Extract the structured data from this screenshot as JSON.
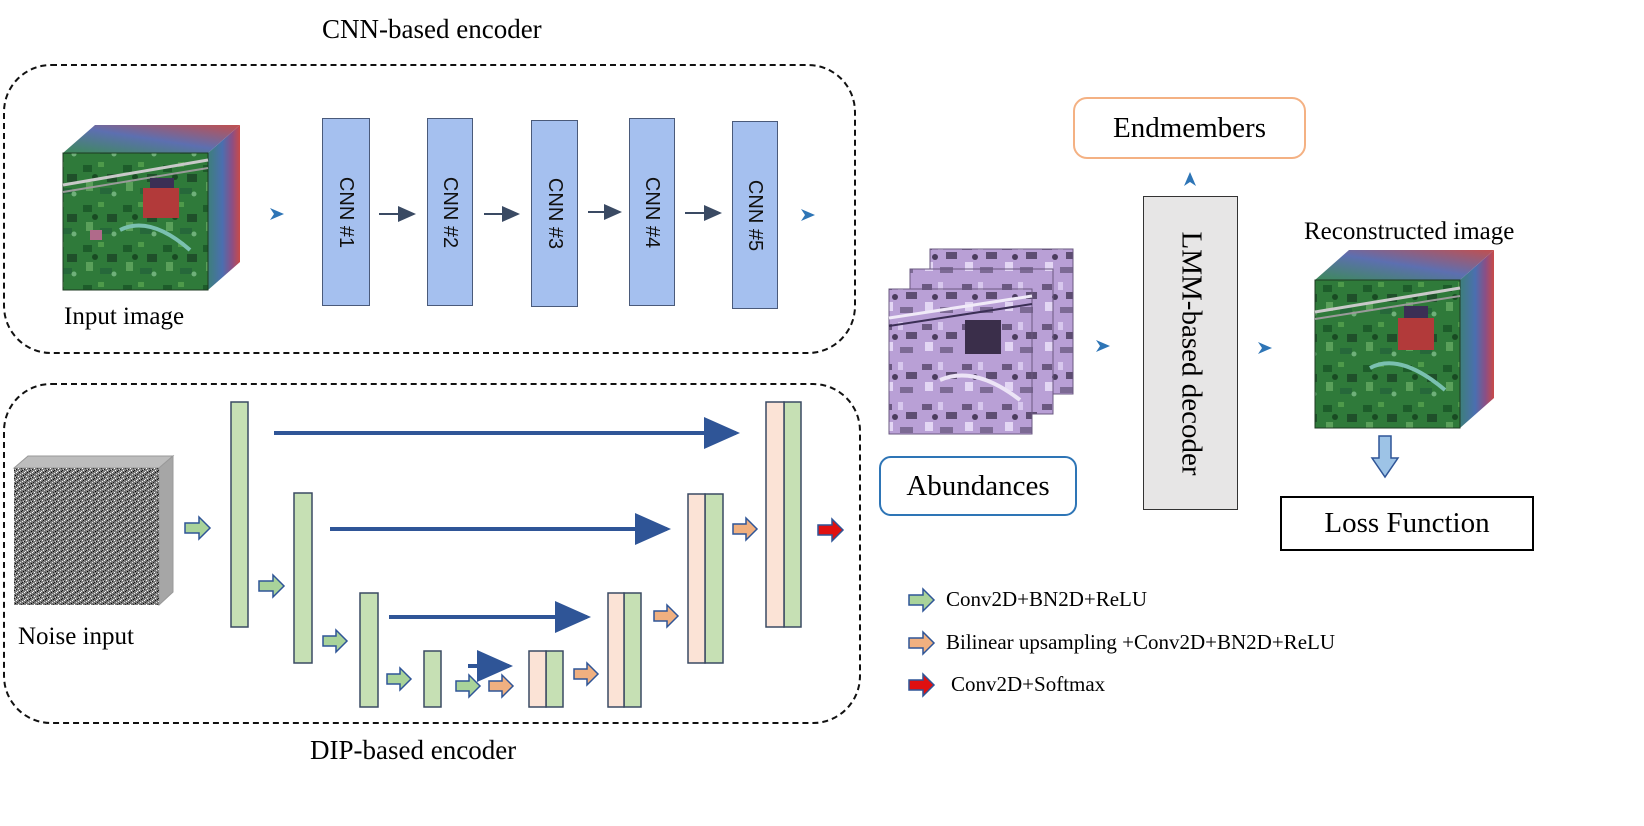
{
  "cnn_encoder": {
    "title": "CNN-based encoder",
    "input_label": "Input image",
    "blocks": [
      "CNN #1",
      "CNN #2",
      "CNN #3",
      "CNN #4",
      "CNN #5"
    ]
  },
  "dip_encoder": {
    "title": "DIP-based encoder",
    "noise_label": "Noise input"
  },
  "abundances": {
    "label": "Abundances"
  },
  "decoder": {
    "label": "LMM-based decoder"
  },
  "endmembers": {
    "label": "Endmembers"
  },
  "reconstructed": {
    "label": "Reconstructed image"
  },
  "loss": {
    "label": "Loss Function"
  },
  "legend": [
    {
      "text": "Conv2D+BN2D+ReLU",
      "color": "#a9d39a"
    },
    {
      "text": "Bilinear upsampling +Conv2D+BN2D+ReLU",
      "color": "#f0b080"
    },
    {
      "text": "Conv2D+Softmax",
      "color": "#e01010"
    }
  ],
  "colors": {
    "cnn_block": "#a5c0ef",
    "green_block": "#c6e0b4",
    "pink_block": "#fbe3d6",
    "skip_arrow": "#2f5597",
    "abundance_tint": "#c8a8e8",
    "decoder_fill": "#e7e6e6",
    "endmember_border": "#f4b183",
    "abundance_border": "#2e75b6"
  }
}
